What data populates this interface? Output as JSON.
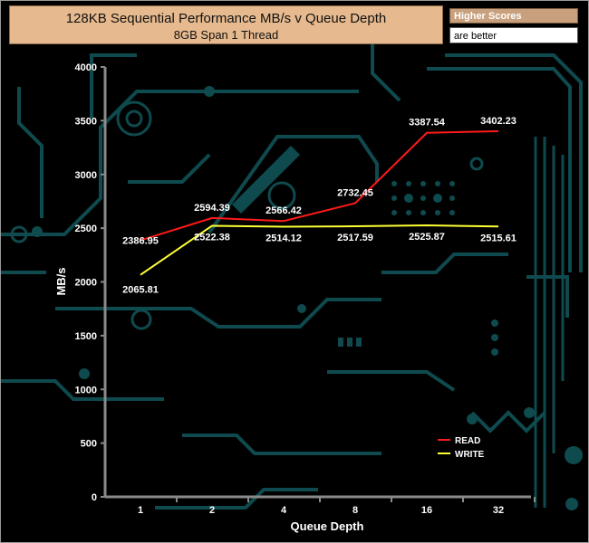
{
  "header": {
    "title": "128KB Sequential Performance MB/s v Queue Depth",
    "subtitle": "8GB Span 1 Thread"
  },
  "note": {
    "line1": "Higher Scores",
    "line2": "are better"
  },
  "chart_data": {
    "type": "line",
    "title": "128KB Sequential Performance MB/s v Queue Depth",
    "subtitle": "8GB Span 1 Thread",
    "xlabel": "Queue Depth",
    "ylabel": "MB/s",
    "categories": [
      "1",
      "2",
      "4",
      "8",
      "16",
      "32"
    ],
    "ylim": [
      0,
      4000
    ],
    "yticks": [
      0,
      500,
      1000,
      1500,
      2000,
      2500,
      3000,
      3500,
      4000
    ],
    "grid": false,
    "legend_position": "bottom-right",
    "series": [
      {
        "name": "READ",
        "color": "#ff1a1a",
        "values": [
          2386.95,
          2594.39,
          2566.42,
          2732.45,
          3387.54,
          3402.23
        ]
      },
      {
        "name": "WRITE",
        "color": "#ffff33",
        "values": [
          2065.81,
          2522.38,
          2514.12,
          2517.59,
          2525.87,
          2515.61
        ]
      }
    ]
  },
  "colors": {
    "background": "#000000",
    "circuit": "#0e4a4e",
    "axis": "#8a8a8a",
    "label": "#ffffff"
  }
}
